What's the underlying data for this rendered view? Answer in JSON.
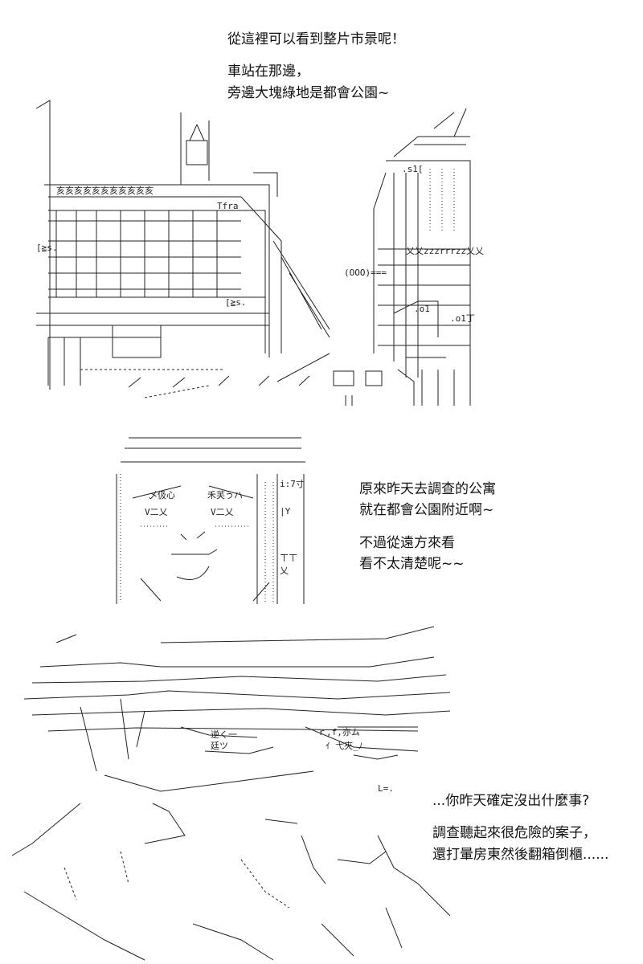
{
  "panel1": {
    "line1": "從這裡可以看到整片市景呢！",
    "line2": "車站在那邊，",
    "line3": "旁邊大塊綠地是都會公園~"
  },
  "panel2": {
    "line1": "原來昨天去調查的公寓",
    "line2": "就在都會公園附近啊~",
    "line3": "不過從遠方來看",
    "line4": "看不太清楚呢~~"
  },
  "panel3": {
    "line1": "...你昨天確定沒出什麼事?",
    "line2": "調查聽起來很危險的案子，",
    "line3": "還打暈房東然後翻箱倒櫃......"
  }
}
